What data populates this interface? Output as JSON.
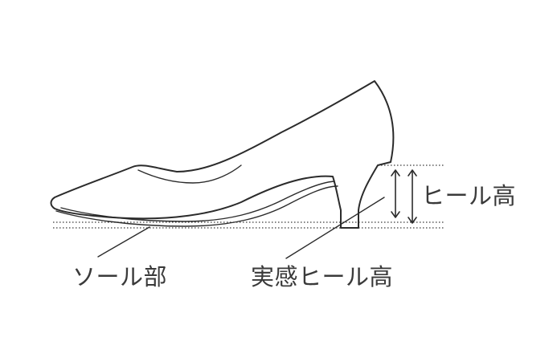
{
  "labels": {
    "heel_height": "ヒール高",
    "sole_part": "ソール部",
    "effective_heel_height": "実感ヒール高"
  },
  "colors": {
    "line": "#2b2b2b",
    "text": "#3a3a3a",
    "background": "#ffffff"
  }
}
